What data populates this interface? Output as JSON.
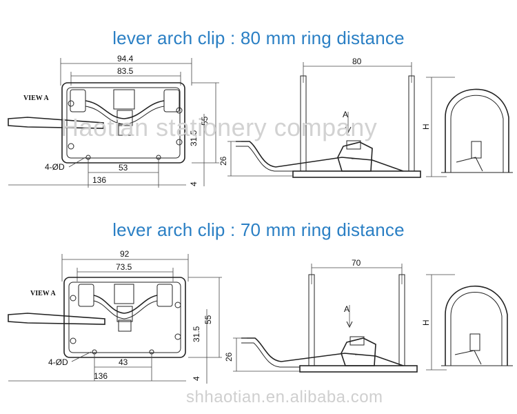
{
  "headings": {
    "top": "lever arch clip : 80 mm ring distance",
    "bottom": "lever arch clip : 70 mm ring distance"
  },
  "watermark": {
    "company": "Haotian stationery company",
    "site": "shhaotian.en.alibaba.com"
  },
  "diagram_80": {
    "view_label": "VIEW A",
    "dim_overall": "94.4",
    "dim_inner": "83.5",
    "dim_height": "55",
    "dim_mid": "31.5",
    "dim_hole": "53",
    "dim_base": "136",
    "dim_margin": "4",
    "holes": "4-ØD",
    "side_height": "26",
    "ring_distance": "80",
    "arrow_label": "A",
    "ring_height": "H"
  },
  "diagram_70": {
    "view_label": "VIEW A",
    "dim_overall": "92",
    "dim_inner": "73.5",
    "dim_height": "55",
    "dim_mid": "31.5",
    "dim_hole": "43",
    "dim_base": "136",
    "dim_margin": "4",
    "holes": "4-ØD",
    "side_height": "26",
    "ring_distance": "70",
    "arrow_label": "A",
    "ring_height": "H"
  }
}
